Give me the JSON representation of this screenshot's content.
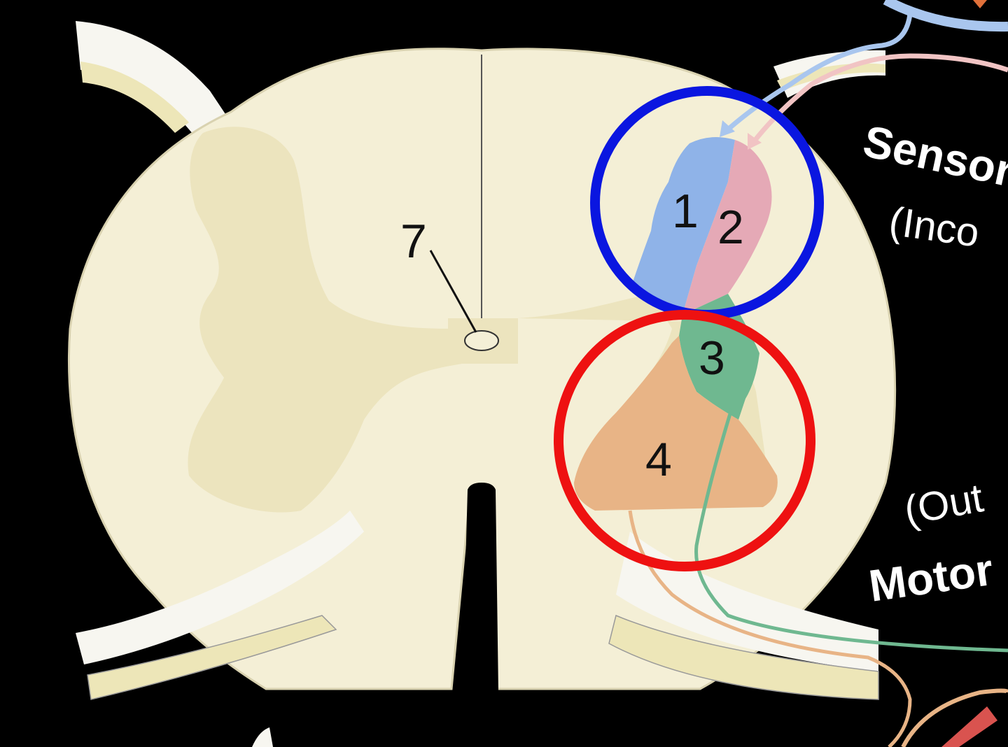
{
  "labels": {
    "one": "1",
    "two": "2",
    "three": "3",
    "four": "4",
    "seven": "7"
  },
  "side_text": {
    "sensory": "Sensor",
    "incoming": "(Inco",
    "outgoing": "(Out",
    "motor": "Motor"
  },
  "colors": {
    "background": "#000000",
    "white_matter": "#F4EFD6",
    "grey_matter": "#ECE4BE",
    "nerve": "#F7F6F0",
    "region_1": "#8FB3E8",
    "region_2": "#E5A9B6",
    "region_3": "#6FB890",
    "region_4": "#E8B486",
    "circle_sensory": "#0A16E0",
    "circle_motor": "#EE1111"
  }
}
